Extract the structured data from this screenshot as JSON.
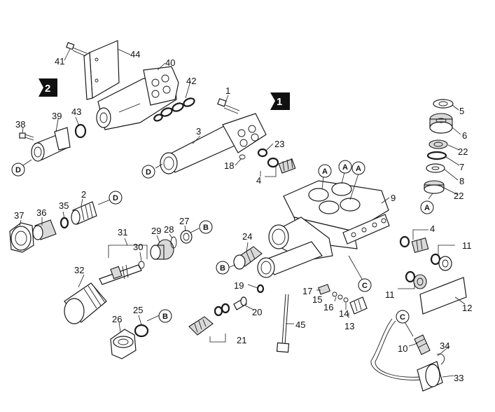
{
  "callouts": {
    "c1": "1",
    "c2": "2",
    "c3": "3",
    "c4a": "4",
    "c4b": "4",
    "c5": "5",
    "c6": "6",
    "c7": "7",
    "c8": "8",
    "c9": "9",
    "c10": "10",
    "c11a": "11",
    "c11b": "11",
    "c12": "12",
    "c13": "13",
    "c14": "14",
    "c15": "15",
    "c16": "16",
    "c17": "17",
    "c18": "18",
    "c19": "19",
    "c20": "20",
    "c21": "21",
    "c22a": "22",
    "c22b": "22",
    "c23": "23",
    "c24": "24",
    "c25": "25",
    "c26": "26",
    "c27": "27",
    "c28": "28",
    "c29": "29",
    "c30": "30",
    "c31": "31",
    "c32": "32",
    "c33": "33",
    "c34": "34",
    "c35": "35",
    "c36": "36",
    "c37": "37",
    "c38": "38",
    "c39": "39",
    "c40": "40",
    "c41": "41",
    "c42": "42",
    "c43": "43",
    "c44": "44",
    "c45": "45"
  },
  "connectors": {
    "A": "A",
    "B": "B",
    "C": "C",
    "D": "D"
  },
  "assembly_markers": {
    "m1": "1",
    "m2": "2"
  }
}
